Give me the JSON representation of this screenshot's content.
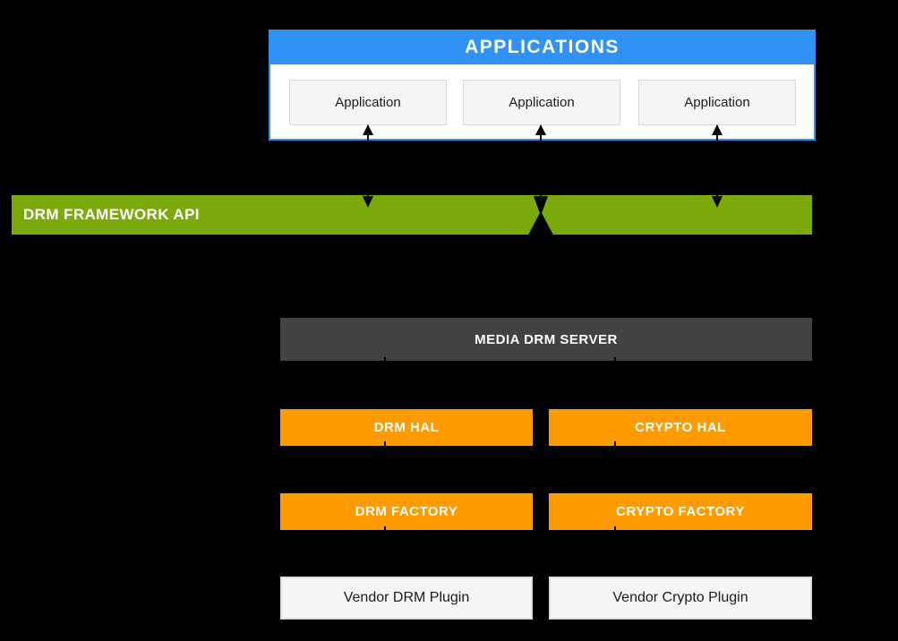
{
  "colors": {
    "background": "#000000",
    "blue": "#3291F5",
    "green": "#7BAA0A",
    "orange": "#FD9B00",
    "dark_gray": "#424242",
    "app_box_fill": "#F4F4F4",
    "vendor_fill": "#F5F5F5",
    "white": "#FFFFFF"
  },
  "applications": {
    "header_label": "APPLICATIONS",
    "apps": [
      {
        "label": "Application"
      },
      {
        "label": "Application"
      },
      {
        "label": "Application"
      }
    ]
  },
  "framework_api": {
    "label": "DRM FRAMEWORK API"
  },
  "media_drm_server": {
    "label": "MEDIA DRM SERVER"
  },
  "drm_column": {
    "hal": "DRM HAL",
    "factory": "DRM FACTORY",
    "vendor_plugin": "Vendor DRM Plugin"
  },
  "crypto_column": {
    "hal": "CRYPTO HAL",
    "factory": "CRYPTO FACTORY",
    "vendor_plugin": "Vendor Crypto Plugin"
  }
}
